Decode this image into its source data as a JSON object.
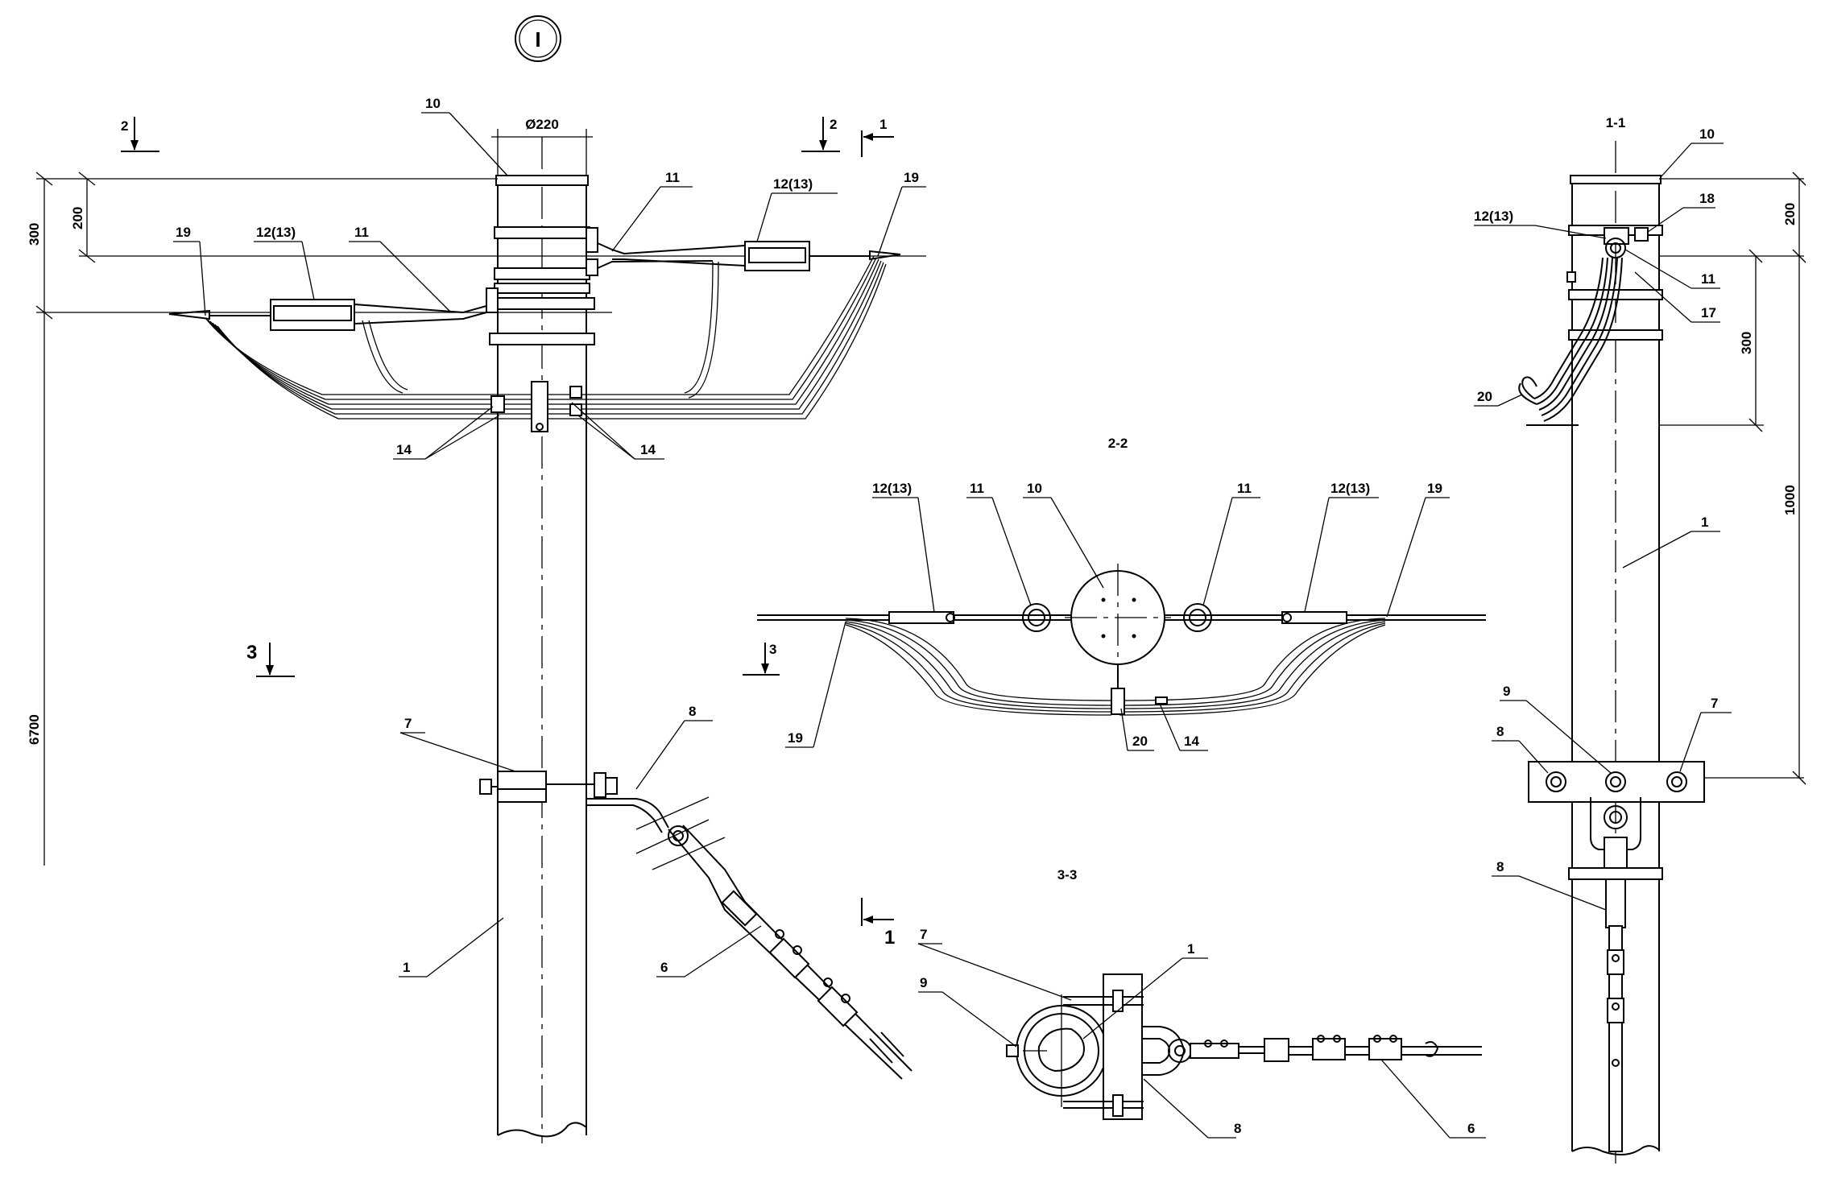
{
  "view_marker": "I",
  "diameter_label": "Ø220",
  "section_titles": {
    "s11": "1-1",
    "s22": "2-2",
    "s33": "3-3"
  },
  "section_arrows": {
    "a2_left": "2",
    "a2_right": "2",
    "a1_top": "1",
    "a1_bottom": "1",
    "a3_main": "3",
    "a3_sec": "3"
  },
  "dimensions": {
    "main_300": "300",
    "main_200": "200",
    "main_6700": "6700",
    "side_200": "200",
    "side_300": "300",
    "side_1000": "1000"
  },
  "callouts_main": {
    "c10": "10",
    "c11a": "11",
    "c11b": "11",
    "c12a": "12(13)",
    "c12b": "12(13)",
    "c19a": "19",
    "c19b": "19",
    "c14a": "14",
    "c14b": "14",
    "c7": "7",
    "c8": "8",
    "c6": "6",
    "c1": "1"
  },
  "callouts_22": {
    "c12a": "12(13)",
    "c11a": "11",
    "c10": "10",
    "c11b": "11",
    "c12b": "12(13)",
    "c19a": "19",
    "c19b": "19",
    "c20": "20",
    "c14": "14"
  },
  "callouts_33": {
    "c7": "7",
    "c1": "1",
    "c9": "9",
    "c8": "8",
    "c6": "6"
  },
  "callouts_11": {
    "c10": "10",
    "c18": "18",
    "c12": "12(13)",
    "c11": "11",
    "c17": "17",
    "c20": "20",
    "c1": "1",
    "c9": "9",
    "c7": "7",
    "c8a": "8",
    "c8b": "8"
  }
}
